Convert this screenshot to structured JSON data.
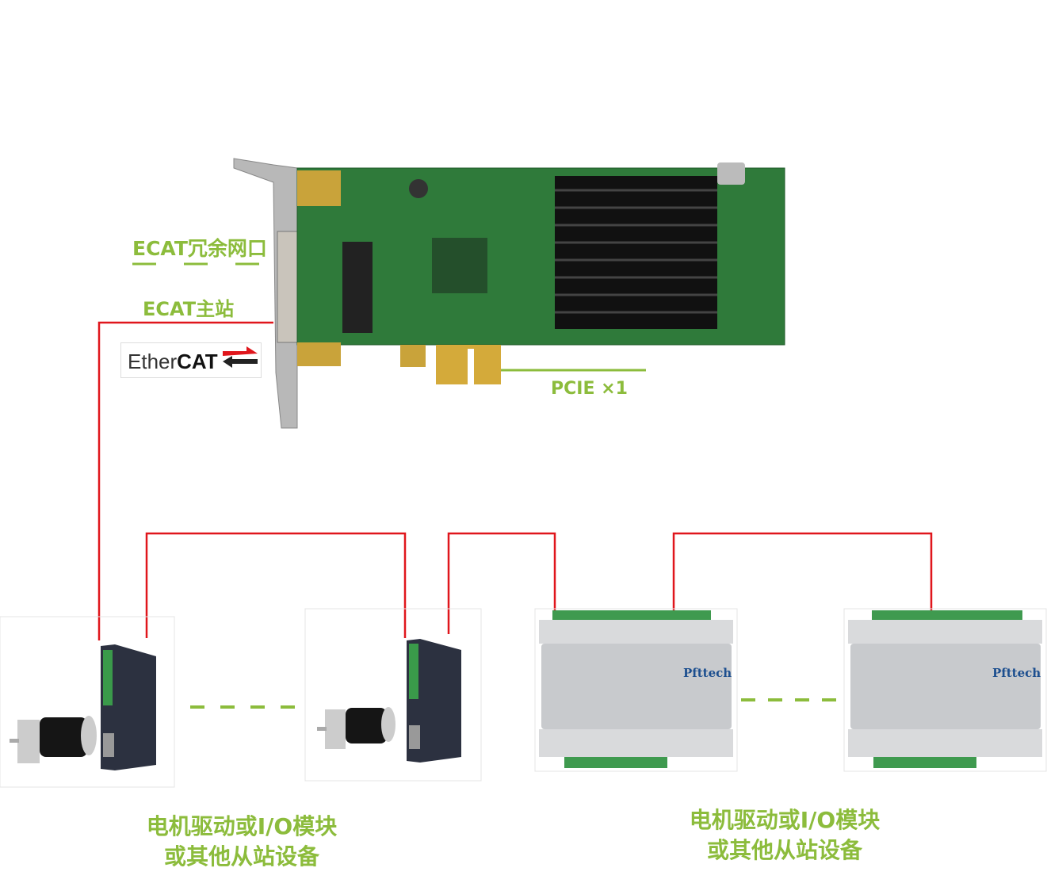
{
  "labels": {
    "redundant_port": "ECAT冗余网口",
    "master": "ECAT主站",
    "pcie": "PCIE ×1"
  },
  "logo": {
    "text_light": "Ether",
    "text_bold": "CAT"
  },
  "devices": {
    "brand": "Pfttech"
  },
  "captions": {
    "left_line1": "电机驱动或I/O模块",
    "left_line2": "或其他从站设备",
    "right_line1": "电机驱动或I/O模块",
    "right_line2": "或其他从站设备"
  },
  "colors": {
    "accent_green": "#8cbc3c",
    "link_red": "#e0161c",
    "pcb_green": "#2f7a3a"
  }
}
